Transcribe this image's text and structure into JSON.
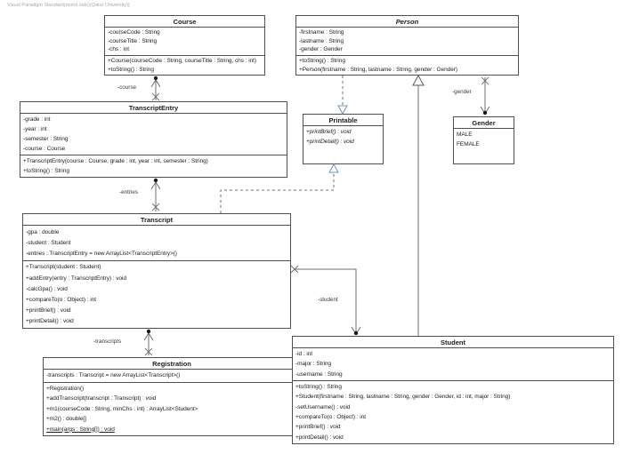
{
  "watermark": "Visual Paradigm Standard(mohd sale)(Qatar University))",
  "colors": {
    "line": "#6f6f6f",
    "box_border": "#4f4f4f",
    "realization_triangle_stroke": "#6f94bd",
    "generalization_triangle_stroke": "#5a5a5a",
    "end_dot": "#1a1a1a"
  },
  "classes": {
    "course": {
      "title": "Course",
      "attributes": [
        "-courseCode : String",
        "-courseTitle : String",
        "-chs : int"
      ],
      "methods": [
        "+Course(courseCode : String, courseTitle : String, chs : int)",
        "+toString() : String"
      ]
    },
    "person": {
      "title": "Person",
      "attributes": [
        "-firstname : String",
        "-lastname : String",
        "-gender : Gender"
      ],
      "methods": [
        "+toString() : String",
        "+Person(firstname : String, lastname : String, gender : Gender)"
      ]
    },
    "transcript_entry": {
      "title": "TranscriptEntry",
      "attributes": [
        "-grade : int",
        "-year : int",
        "-semester : String",
        "-course : Course"
      ],
      "methods": [
        "+TranscriptEntry(course : Course, grade : int, year : int, semester : String)",
        "+toString() : String"
      ]
    },
    "printable": {
      "title": "Printable",
      "methods": [
        "+printBrief() : void",
        "+printDetail() : void"
      ]
    },
    "gender": {
      "title": "Gender",
      "values": [
        "MALE",
        "FEMALE"
      ]
    },
    "transcript": {
      "title": "Transcript",
      "attributes": [
        "-gpa : double",
        "-student : Student",
        "-entries : TranscriptEntry = new ArrayList<TranscriptEntry>()"
      ],
      "methods": [
        "+Transcript(student : Student)",
        "+addEntry(entry : TranscriptEntry) : void",
        "-calcGpa() : void",
        "+compareTo(o : Object) : int",
        "+printBrief() : void",
        "+printDetail() : void"
      ]
    },
    "registration": {
      "title": "Registration",
      "attributes": [
        "-transcripts : Transcript = new ArrayList<Transcript>()"
      ],
      "methods": [
        "+Registration()",
        "+addTranscript(transcript : Transcript) : void",
        "+m1(courseCode : String, minChs : int) : ArrayList<Student>",
        "+m2() : double[]",
        "+main(args : String[]) : void"
      ]
    },
    "student": {
      "title": "Student",
      "attributes": [
        "-id : int",
        "-major : String",
        "-username : String"
      ],
      "methods": [
        "+toString() : String",
        "+Student(firstname : String, lastname : String, gender : Gender, id : int, major : String)",
        "-setUsername() : void",
        "+compareTo(o : Object) : int",
        "+printBrief() : void",
        "+printDetail() : void"
      ]
    }
  },
  "associations": {
    "course": {
      "label": "-course"
    },
    "entries": {
      "label": "-entries"
    },
    "transcripts": {
      "label": "-transcripts"
    },
    "gender": {
      "label": "-gender"
    },
    "student": {
      "label": "-student"
    }
  }
}
